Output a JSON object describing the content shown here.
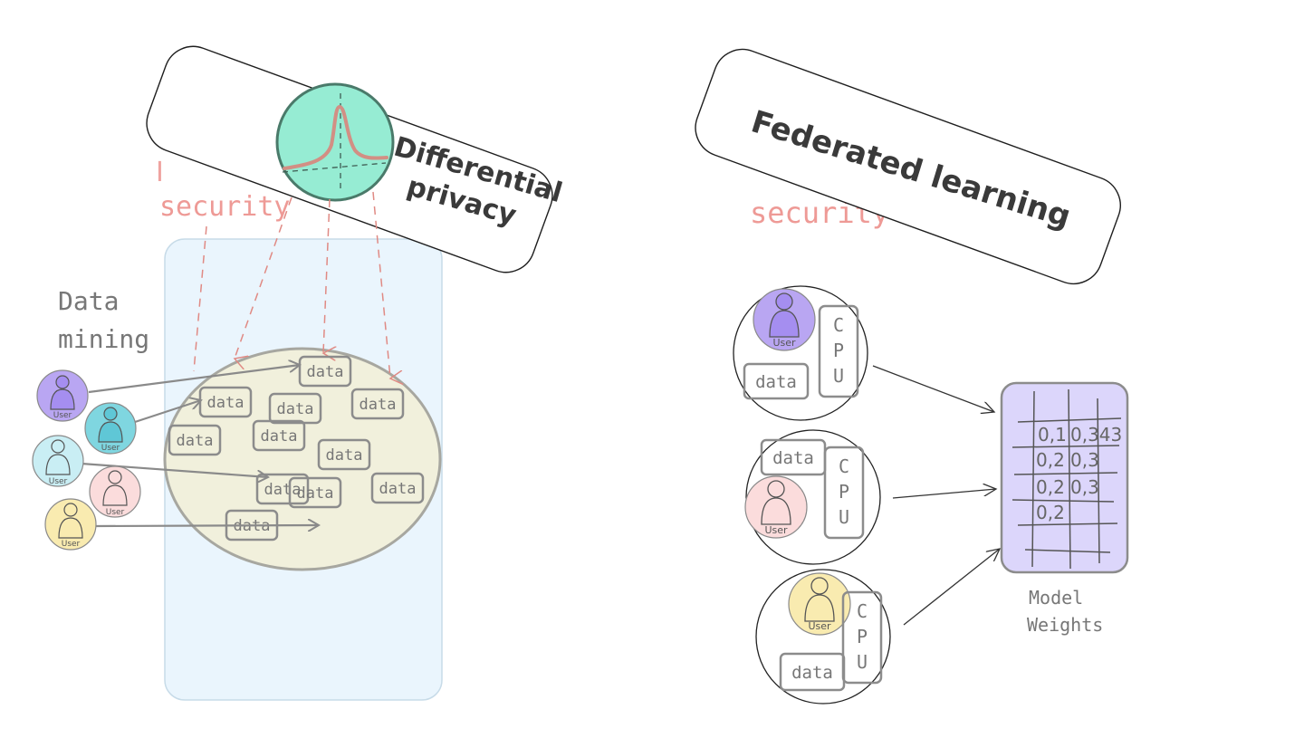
{
  "left": {
    "title": "Differential privacy",
    "title_line1": "Differential",
    "title_line2": "privacy",
    "faded_label": "security",
    "faded_label_prefix": "I",
    "side_label_line1": "Data",
    "side_label_line2": "mining",
    "data_label": "data",
    "user_label": "User",
    "colors": {
      "panel_fill": "#eaf5fd",
      "blob_fill": "#f1f0dc",
      "gaussian_fill": "#96ecd3",
      "gaussian_curve": "#d28f84",
      "dashed_arrow": "#e08a84",
      "faded_text": "#ee9a96",
      "user_purple": "#b9a6f2",
      "user_teal": "#7fd6e0",
      "user_light_teal": "#c9eef4",
      "user_pink": "#fbdcdc",
      "user_yellow": "#f9ebb0"
    }
  },
  "right": {
    "title": "Federated learning",
    "faded_label": "security",
    "cpu_letters": [
      "C",
      "P",
      "U"
    ],
    "data_label": "data",
    "user_label": "User",
    "weights": {
      "rows": [
        [
          "0,1",
          "0,343"
        ],
        [
          "0,2",
          "0,3"
        ],
        [
          "0,2",
          "0,3"
        ],
        [
          "0,2",
          ""
        ]
      ]
    },
    "weights_label_line1": "Model",
    "weights_label_line2": "Weights",
    "colors": {
      "weights_fill": "#dcd6fb",
      "user_purple": "#b9a6f2",
      "user_pink": "#fbdcdc",
      "user_yellow": "#f9ebb0"
    }
  }
}
